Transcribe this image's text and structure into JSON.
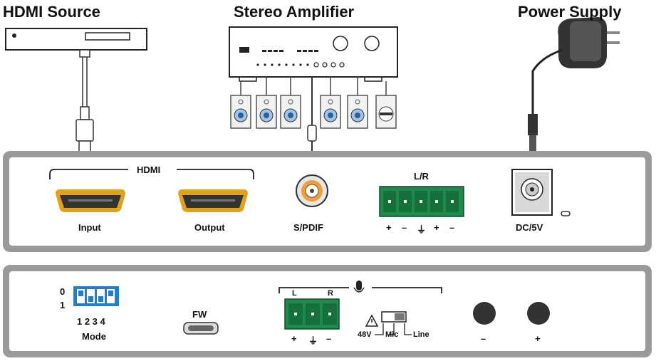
{
  "titles": {
    "hdmi_source": "HDMI Source",
    "stereo_amplifier": "Stereo Amplifier",
    "power_supply": "Power Supply"
  },
  "front_panel": {
    "hdmi_group_label": "HDMI",
    "hdmi_input_label": "Input",
    "hdmi_output_label": "Output",
    "spdif_label": "S/PDIF",
    "lr_label": "L/R",
    "lr_pins": [
      "+",
      "–",
      "⏚",
      "+",
      "–"
    ],
    "dc_label": "DC/5V"
  },
  "back_panel": {
    "dip_row0": "0",
    "dip_row1": "1",
    "dip_numbers": "1 2 3 4",
    "mode_label": "Mode",
    "fw_label": "FW",
    "l_label": "L",
    "r_label": "R",
    "mic_pins": [
      "+",
      "⏚",
      "–"
    ],
    "v48_label": "48V",
    "mic_label": "Mic",
    "line_label": "Line",
    "minus_label": "–",
    "plus_label": "+"
  },
  "colors": {
    "panel_border": "#9a9a9a",
    "hdmi_gold": "#e0a21c",
    "spdif_orange": "#f0a030",
    "terminal_green": "#1f8a4c",
    "dip_blue": "#1e7fd0"
  }
}
